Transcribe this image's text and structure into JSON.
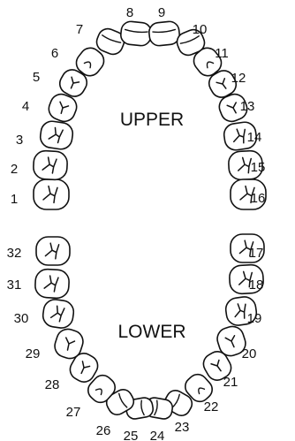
{
  "labels": {
    "upper": "UPPER",
    "lower": "LOWER"
  },
  "teeth": [
    {
      "number": "1",
      "kind": "molar"
    },
    {
      "number": "2",
      "kind": "molar"
    },
    {
      "number": "3",
      "kind": "molar"
    },
    {
      "number": "4",
      "kind": "premolar"
    },
    {
      "number": "5",
      "kind": "premolar"
    },
    {
      "number": "6",
      "kind": "canine"
    },
    {
      "number": "7",
      "kind": "incisor"
    },
    {
      "number": "8",
      "kind": "incisor"
    },
    {
      "number": "9",
      "kind": "incisor"
    },
    {
      "number": "10",
      "kind": "incisor"
    },
    {
      "number": "11",
      "kind": "canine"
    },
    {
      "number": "12",
      "kind": "premolar"
    },
    {
      "number": "13",
      "kind": "premolar"
    },
    {
      "number": "14",
      "kind": "molar"
    },
    {
      "number": "15",
      "kind": "molar"
    },
    {
      "number": "16",
      "kind": "molar"
    },
    {
      "number": "17",
      "kind": "molar"
    },
    {
      "number": "18",
      "kind": "molar"
    },
    {
      "number": "19",
      "kind": "molar"
    },
    {
      "number": "20",
      "kind": "premolar"
    },
    {
      "number": "21",
      "kind": "premolar"
    },
    {
      "number": "22",
      "kind": "canine"
    },
    {
      "number": "23",
      "kind": "incisor"
    },
    {
      "number": "24",
      "kind": "incisor"
    },
    {
      "number": "25",
      "kind": "incisor"
    },
    {
      "number": "26",
      "kind": "incisor"
    },
    {
      "number": "27",
      "kind": "canine"
    },
    {
      "number": "28",
      "kind": "premolar"
    },
    {
      "number": "29",
      "kind": "premolar"
    },
    {
      "number": "30",
      "kind": "molar"
    },
    {
      "number": "31",
      "kind": "molar"
    },
    {
      "number": "32",
      "kind": "molar"
    }
  ]
}
